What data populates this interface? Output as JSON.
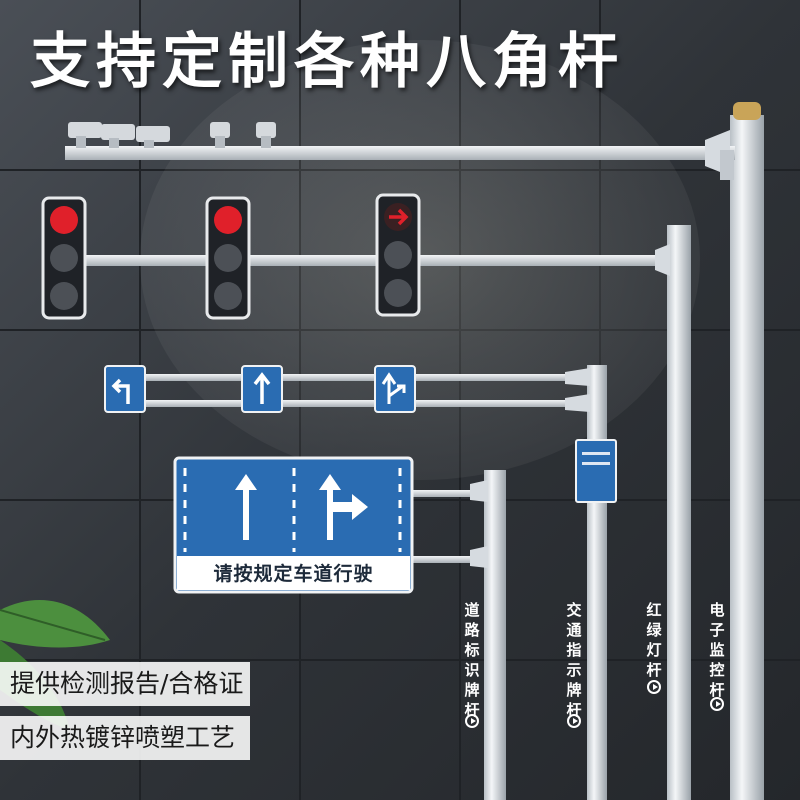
{
  "headline": "支持定制各种八角杆",
  "features": [
    "提供检测报告/合格证",
    "内外热镀锌喷塑工艺"
  ],
  "pole_labels": [
    "道路标识牌杆",
    "交通指示牌杆",
    "红绿灯杆",
    "电子监控杆"
  ],
  "lane_sign": {
    "text": "请按规定车道行驶"
  },
  "colors": {
    "sign_blue": "#2a6cb2",
    "signal_red": "#e0202a",
    "pole_white": "#e8ecef",
    "background": "#3a3e44"
  },
  "icons": [
    "camera-icon",
    "traffic-light-icon",
    "arrow-up-icon",
    "arrow-left-turn-icon",
    "arrow-right-turn-icon",
    "play-circle-icon",
    "leaf-icon"
  ]
}
